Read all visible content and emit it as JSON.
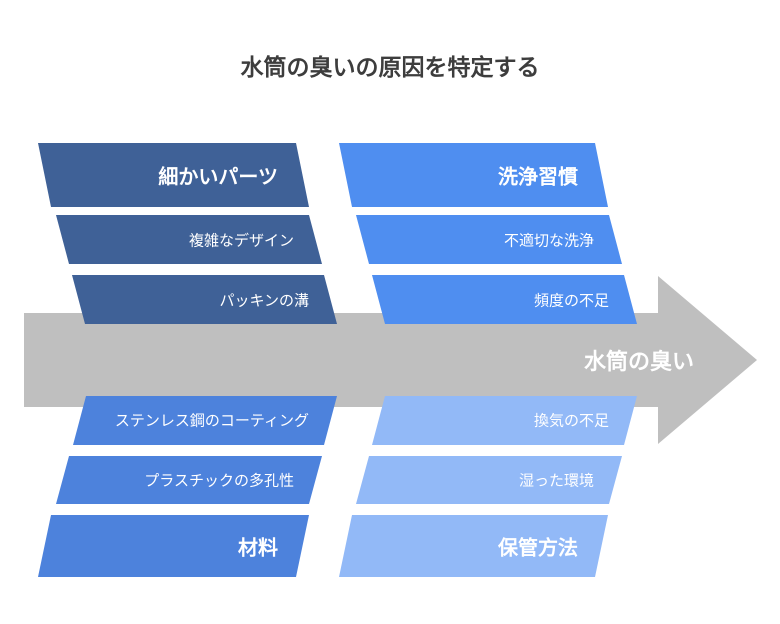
{
  "title": "水筒の臭いの原因を特定する",
  "effect": "水筒の臭い",
  "colors": {
    "arrow": "#bfbfbf",
    "dark_blue": "#3f6197",
    "blue": "#4f8ef0",
    "mid_blue": "#4d82dc",
    "light_blue": "#92b9f7",
    "text_light": "#ffffff",
    "title_text": "#3d3d3d"
  },
  "categories": {
    "parts": {
      "label": "細かいパーツ",
      "causes": [
        "複雑なデザイン",
        "パッキンの溝"
      ]
    },
    "habits": {
      "label": "洗浄習慣",
      "causes": [
        "不適切な洗浄",
        "頻度の不足"
      ]
    },
    "material": {
      "label": "材料",
      "causes": [
        "ステンレス鋼のコーティング",
        "プラスチックの多孔性"
      ]
    },
    "storage": {
      "label": "保管方法",
      "causes": [
        "換気の不足",
        "湿った環境"
      ]
    }
  }
}
